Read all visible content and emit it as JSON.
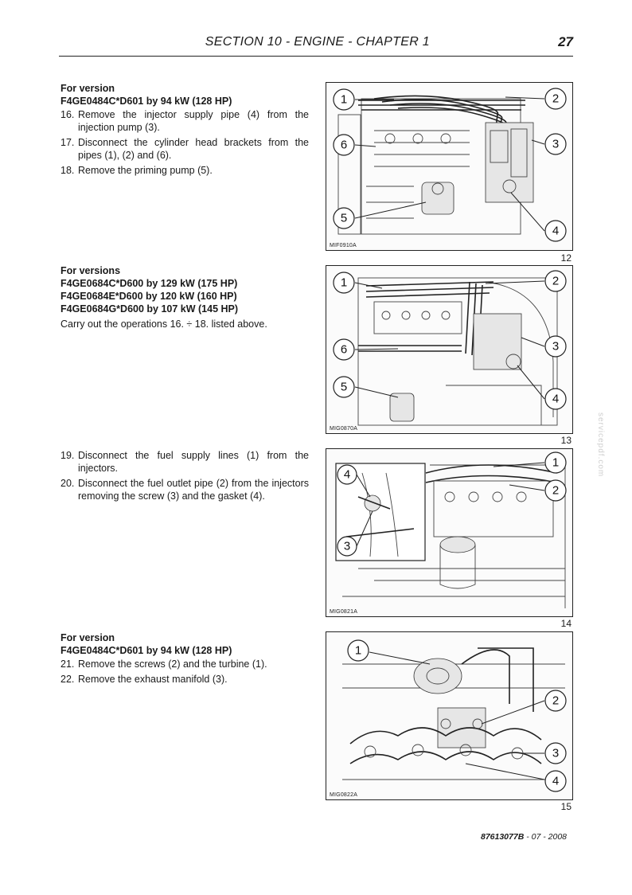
{
  "header": {
    "title": "SECTION 10 - ENGINE - CHAPTER 1",
    "page": "27"
  },
  "sections": [
    {
      "heading": [
        "For version",
        "F4GE0484C*D601 by 94 kW (128 HP)"
      ],
      "steps": [
        {
          "n": "16.",
          "text": "Remove the injector supply pipe (4) from the injection pump (3)."
        },
        {
          "n": "17.",
          "text": "Disconnect the cylinder head brackets from the pipes (1), (2) and (6)."
        },
        {
          "n": "18.",
          "text": "Remove the priming pump (5)."
        }
      ]
    },
    {
      "heading": [
        "For versions",
        "F4GE0684C*D600 by 129 kW (175 HP)",
        "F4GE0684E*D600 by 120 kW (160 HP)",
        "F4GE0684G*D600 by 107 kW (145 HP)"
      ],
      "note": "Carry out the operations 16. ÷ 18. listed above."
    },
    {
      "steps": [
        {
          "n": "19.",
          "text": "Disconnect the fuel supply lines (1) from the injectors."
        },
        {
          "n": "20.",
          "text": "Disconnect the fuel outlet pipe (2) from the injectors removing the screw (3) and the gasket (4)."
        }
      ]
    },
    {
      "heading": [
        "For version",
        "F4GE0484C*D601 by 94 kW (128 HP)"
      ],
      "steps": [
        {
          "n": "21.",
          "text": "Remove the screws (2) and the turbine (1)."
        },
        {
          "n": "22.",
          "text": "Remove the exhaust manifold (3)."
        }
      ]
    }
  ],
  "figures": [
    {
      "code": "MIF0910A",
      "number": "12",
      "callouts": [
        "1",
        "2",
        "6",
        "3",
        "5",
        "4"
      ]
    },
    {
      "code": "MIG0870A",
      "number": "13",
      "callouts": [
        "1",
        "2",
        "6",
        "3",
        "5",
        "4"
      ]
    },
    {
      "code": "MIG0821A",
      "number": "14",
      "callouts": [
        "1",
        "4",
        "2",
        "3"
      ]
    },
    {
      "code": "MIG0822A",
      "number": "15",
      "callouts": [
        "1",
        "2",
        "3",
        "4"
      ]
    }
  ],
  "watermark": "servicepdf.com",
  "footer": {
    "doc": "87613077B",
    "date": " - 07 - 2008"
  }
}
